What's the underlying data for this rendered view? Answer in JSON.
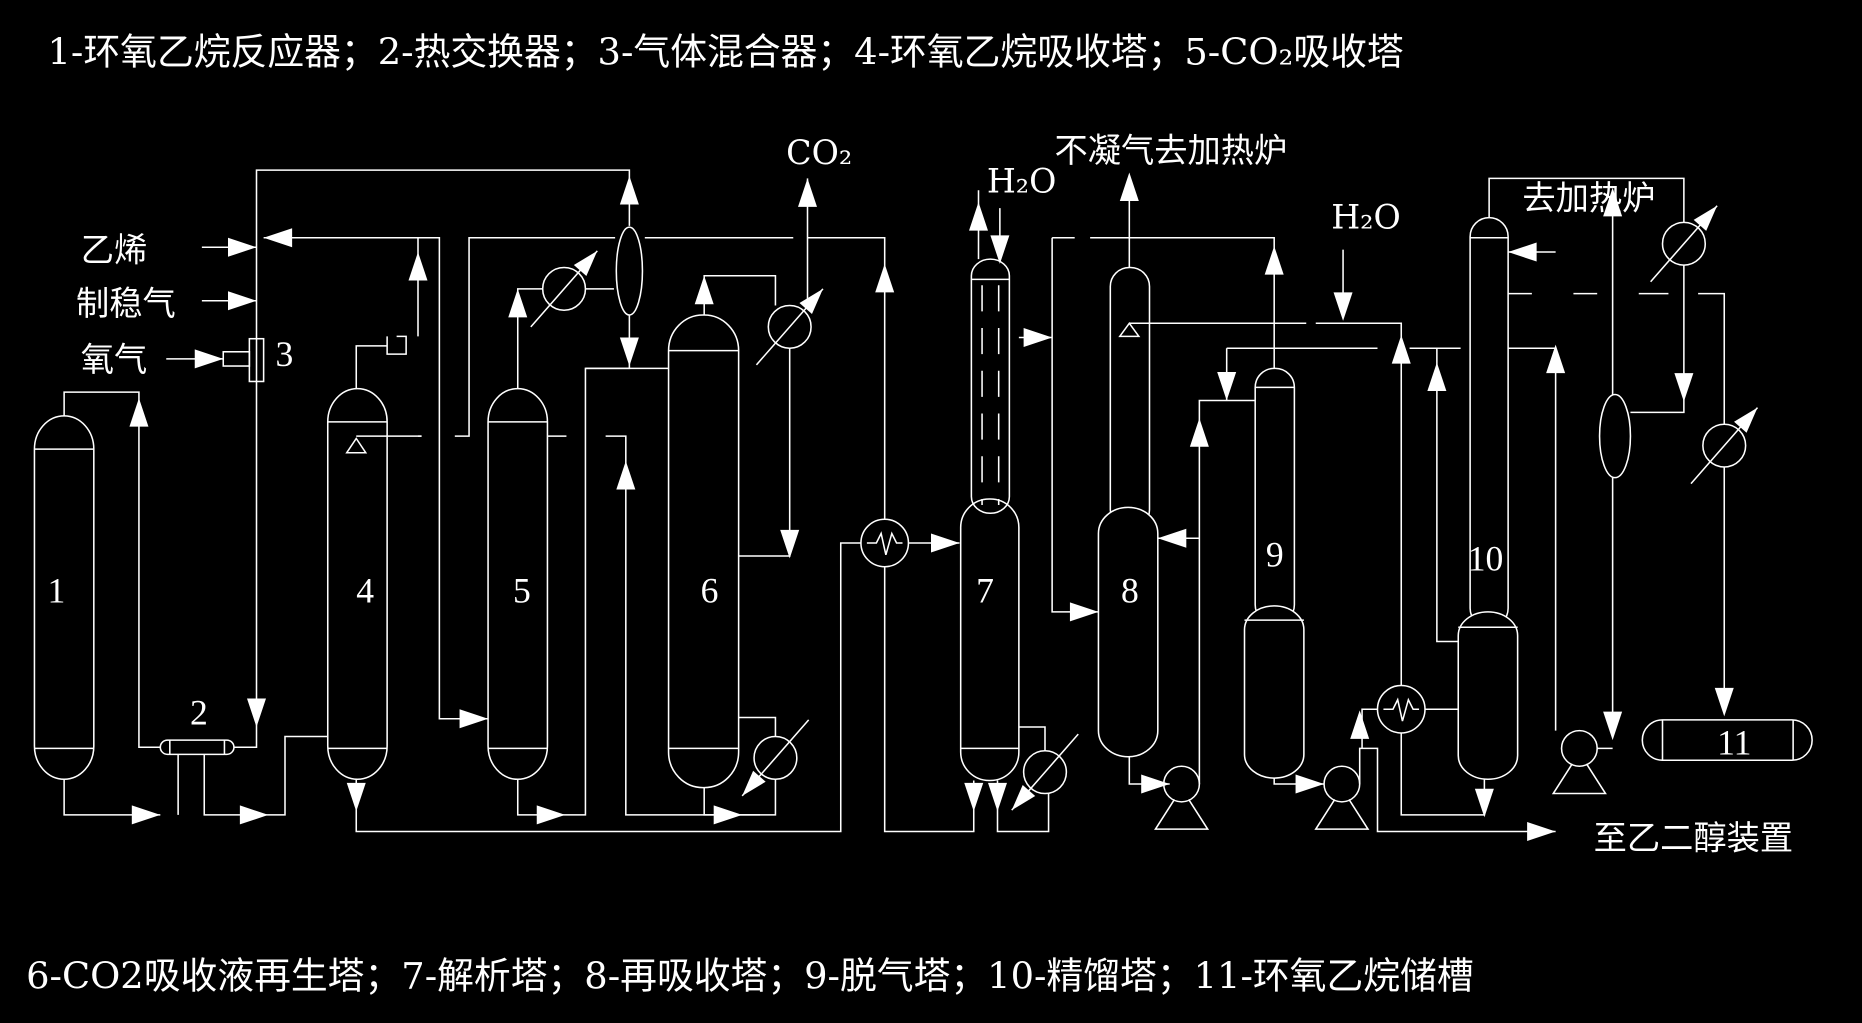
{
  "legend_top": "1-环氧乙烷反应器；2-热交换器；3-气体混合器；4-环氧乙烷吸收塔；5-CO₂吸收塔",
  "legend_bottom": "6-CO2吸收液再生塔；7-解析塔；8-再吸收塔；9-脱气塔；10-精馏塔；11-环氧乙烷储槽",
  "streams": {
    "ethylene": "乙烯",
    "stabilizer_gas": "制稳气",
    "oxygen": "氧气",
    "co2_out": "CO₂",
    "water_7": "H₂O",
    "noncondensable": "不凝气去加热炉",
    "water_9": "H₂O",
    "to_furnace": "去加热炉",
    "to_glycol": "至乙二醇装置"
  },
  "equipment": {
    "n1": "1",
    "n2": "2",
    "n3": "3",
    "n4": "4",
    "n5": "5",
    "n6": "6",
    "n7": "7",
    "n8": "8",
    "n9": "9",
    "n10": "10",
    "n11": "11"
  },
  "colors": {
    "background": "#000000",
    "line": "#ffffff"
  }
}
